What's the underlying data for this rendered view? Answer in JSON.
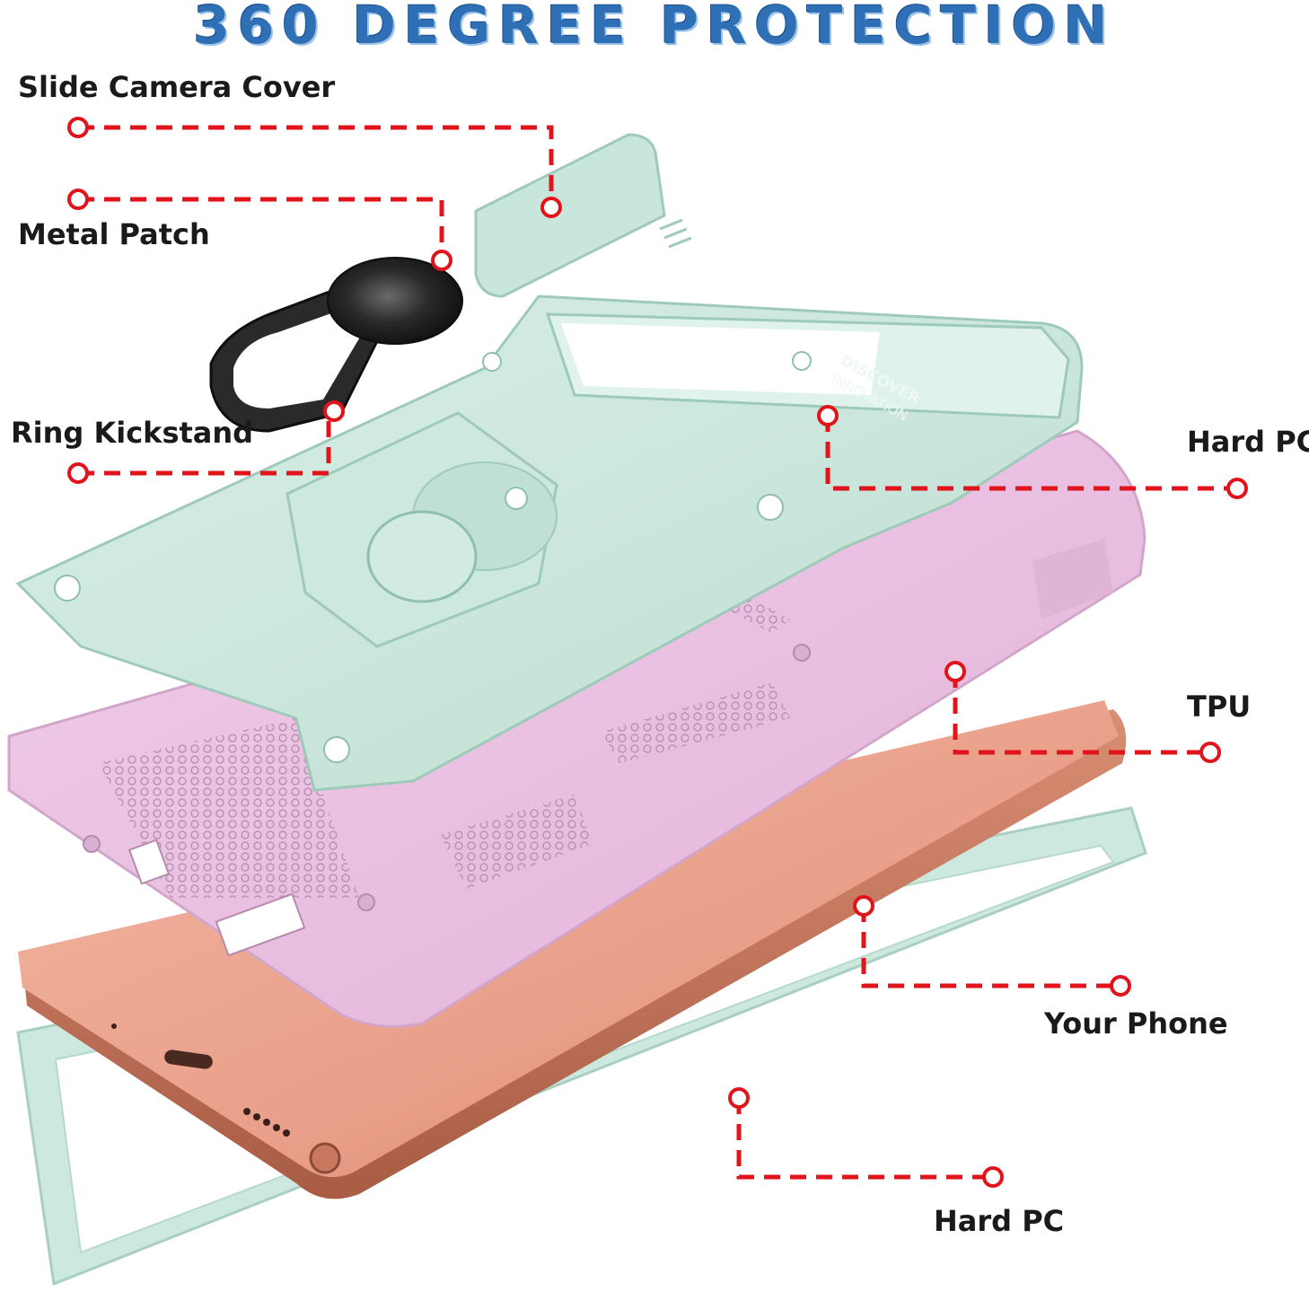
{
  "header": {
    "title": "360 DEGREE PROTECTION"
  },
  "callouts": [
    {
      "id": "slide-camera-cover",
      "label": "Slide Camera Cover"
    },
    {
      "id": "metal-patch",
      "label": "Metal Patch"
    },
    {
      "id": "ring-kickstand",
      "label": "Ring Kickstand"
    },
    {
      "id": "hard-pc-top",
      "label": "Hard PC"
    },
    {
      "id": "tpu",
      "label": "TPU"
    },
    {
      "id": "your-phone",
      "label": "Your Phone"
    },
    {
      "id": "hard-pc-bottom",
      "label": "Hard PC"
    }
  ],
  "case_text": {
    "line1": "DISCOVER",
    "line2": "INNOVATION"
  },
  "colors": {
    "title": "#2f6fb5",
    "leader_line": "#e0141a",
    "mint_pc": "#c9e6dc",
    "pink_tpu": "#ebc3e3",
    "phone": "#e9a08a",
    "ring": "#1e1e1e"
  }
}
